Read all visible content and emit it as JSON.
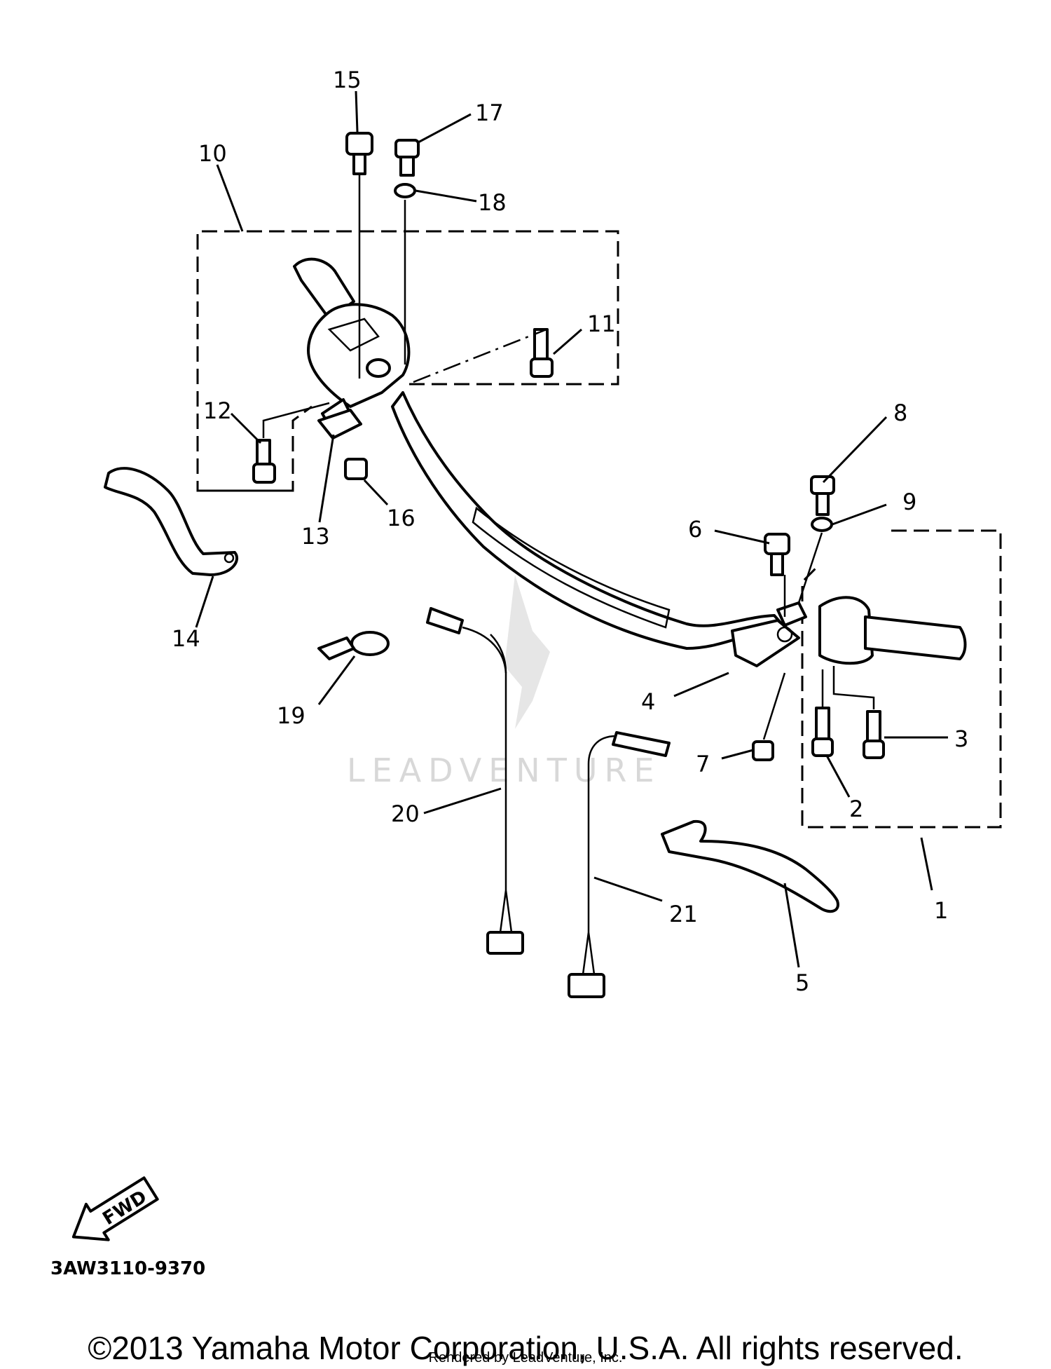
{
  "callouts": {
    "c1": "1",
    "c2": "2",
    "c3": "3",
    "c4": "4",
    "c5": "5",
    "c6": "6",
    "c7": "7",
    "c8": "8",
    "c9": "9",
    "c10": "10",
    "c11": "11",
    "c12": "12",
    "c13": "13",
    "c14": "14",
    "c15": "15",
    "c16": "16",
    "c17": "17",
    "c18": "18",
    "c19": "19",
    "c20": "20",
    "c21": "21"
  },
  "fwd_label": "FWD",
  "diagram_code": "3AW3110-9370",
  "watermark": "LEADVENTURE",
  "copyright": "©2013 Yamaha Motor Corporation, U.S.A. All rights reserved.",
  "rendered_by": "Rendered by LeadVenture, Inc."
}
